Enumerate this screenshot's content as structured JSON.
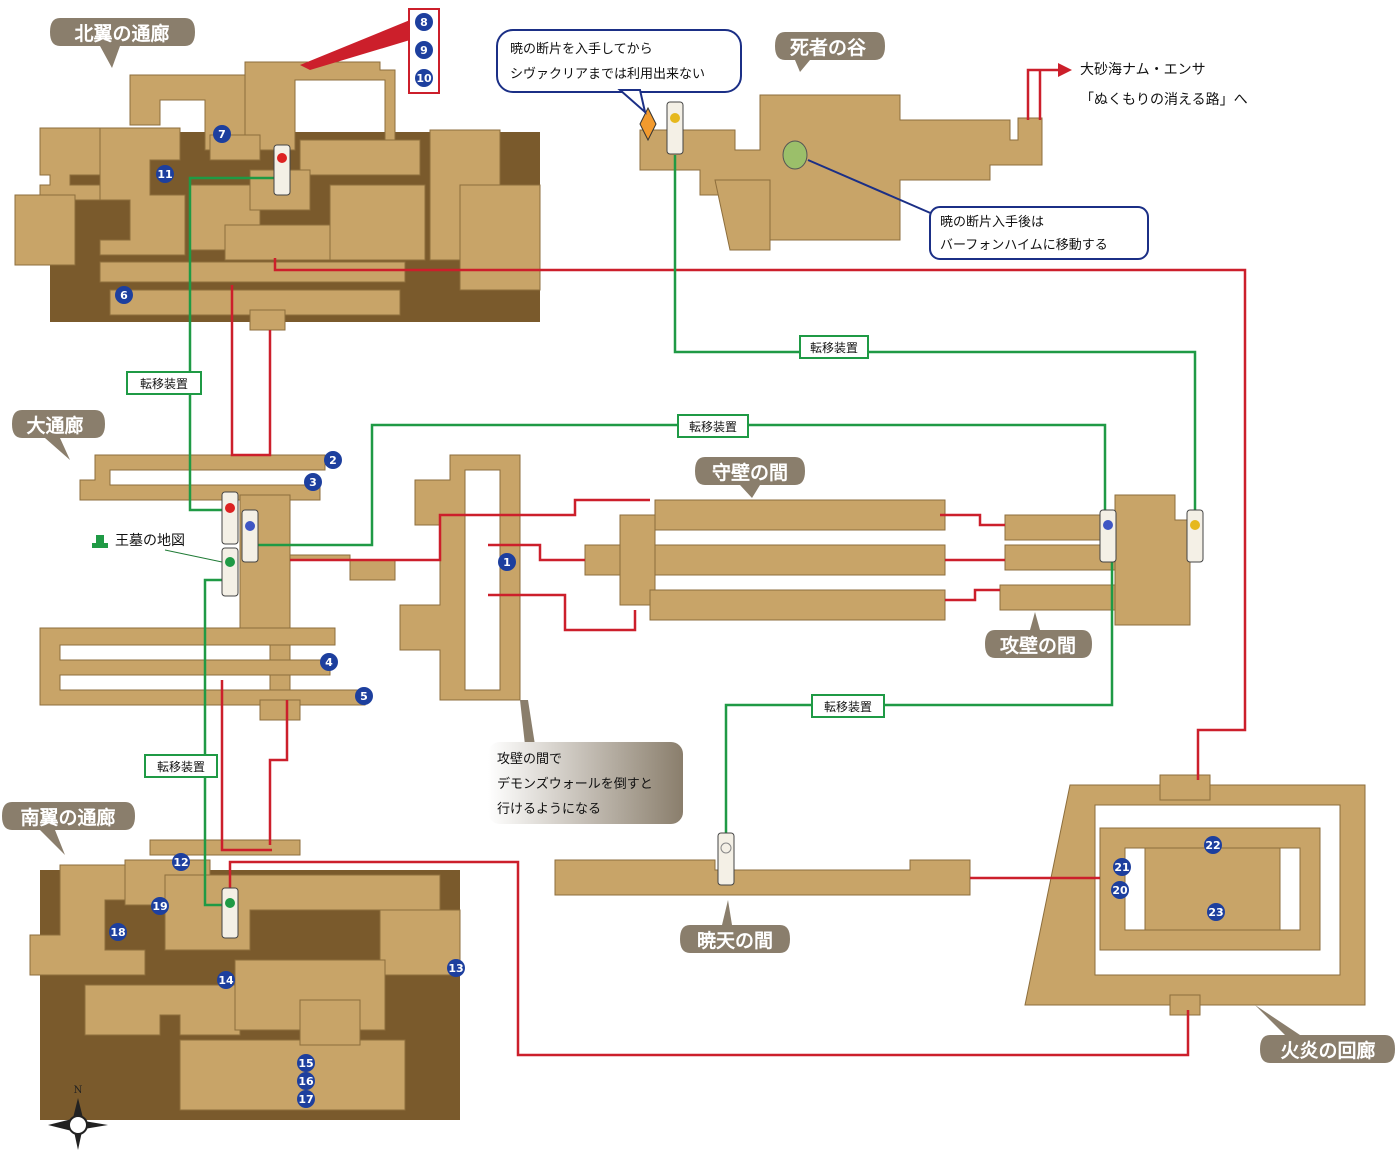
{
  "areas": {
    "north_wing": "北翼の通廊",
    "dead_valley": "死者の谷",
    "grand_corridor": "大通廊",
    "guard_wall_room": "守壁の間",
    "attack_wall_room": "攻壁の間",
    "south_wing": "南翼の通廊",
    "dawn_room": "暁天の間",
    "flame_corridor": "火炎の回廊"
  },
  "numbers": [
    "1",
    "2",
    "3",
    "4",
    "5",
    "6",
    "7",
    "8",
    "9",
    "10",
    "11",
    "12",
    "13",
    "14",
    "15",
    "16",
    "17",
    "18",
    "19",
    "20",
    "21",
    "22",
    "23"
  ],
  "teleport_label": "転移装置",
  "exit": {
    "line1": "大砂海ナム・エンサ",
    "line2": "「ぬくもりの消える路」へ"
  },
  "notes": {
    "dawn_shard_top_line1": "暁の断片を入手してから",
    "dawn_shard_top_line2": "シヴァクリアまでは利用出来ない",
    "dawn_shard_after_line1": "暁の断片入手後は",
    "dawn_shard_after_line2": "バーフォンハイムに移動する",
    "demon_wall_line1": "攻壁の間で",
    "demon_wall_line2": "デモンズウォールを倒すと",
    "demon_wall_line3": "行けるようになる"
  },
  "map_item": "王墓の地図",
  "compass": "N",
  "colors": {
    "floor": "#c8a468",
    "route_red": "#cc1f2b",
    "route_green": "#1f9a45",
    "badge_blue": "#1d3f9e",
    "label_bg": "#8a7e6c",
    "callout_border": "#1b2f86"
  }
}
